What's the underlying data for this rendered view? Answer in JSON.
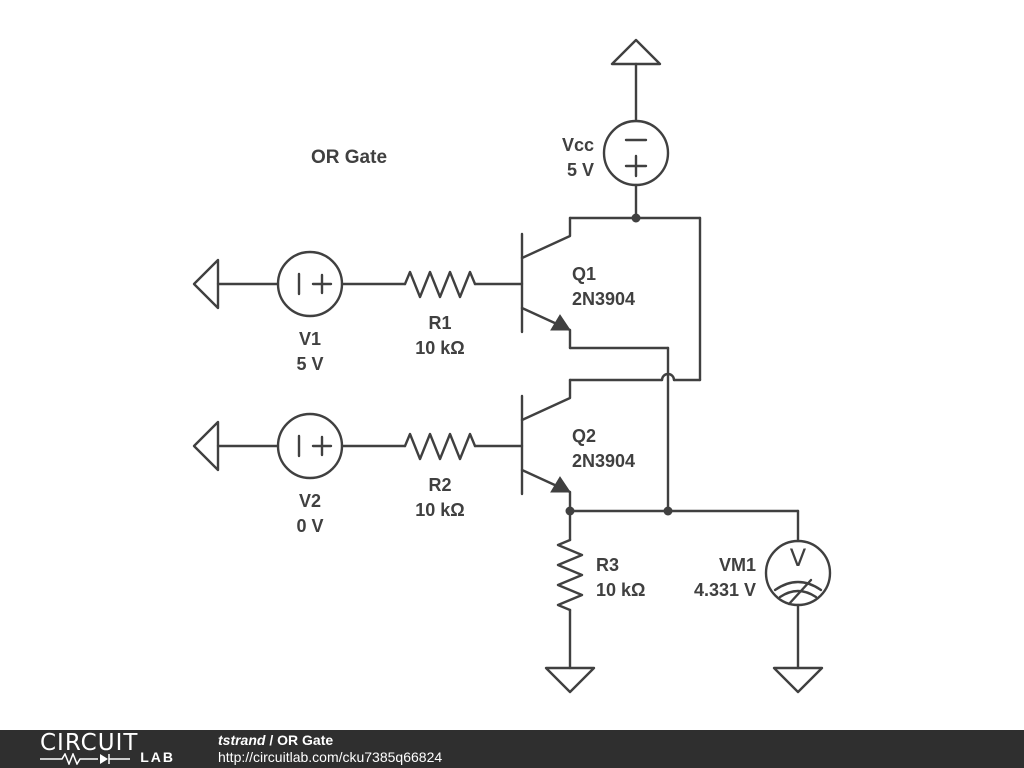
{
  "schematic": {
    "title": "OR Gate",
    "vcc": {
      "name": "Vcc",
      "value": "5 V"
    },
    "v1": {
      "name": "V1",
      "value": "5 V"
    },
    "v2": {
      "name": "V2",
      "value": "0 V"
    },
    "r1": {
      "name": "R1",
      "value": "10 kΩ"
    },
    "r2": {
      "name": "R2",
      "value": "10 kΩ"
    },
    "r3": {
      "name": "R3",
      "value": "10 kΩ"
    },
    "q1": {
      "name": "Q1",
      "model": "2N3904"
    },
    "q2": {
      "name": "Q2",
      "model": "2N3904"
    },
    "vm1": {
      "name": "VM1",
      "reading": "4.331 V",
      "symbol": "V"
    }
  },
  "footer": {
    "logo_top": "CIRCUIT",
    "logo_bottom": "LAB",
    "author": "tstrand",
    "separator": "/",
    "title": "OR Gate",
    "url": "http://circuitlab.com/cku7385q66824"
  },
  "colors": {
    "ink": "#404040",
    "footer_bg": "#2f2f2f",
    "footer_text": "#ffffff"
  }
}
